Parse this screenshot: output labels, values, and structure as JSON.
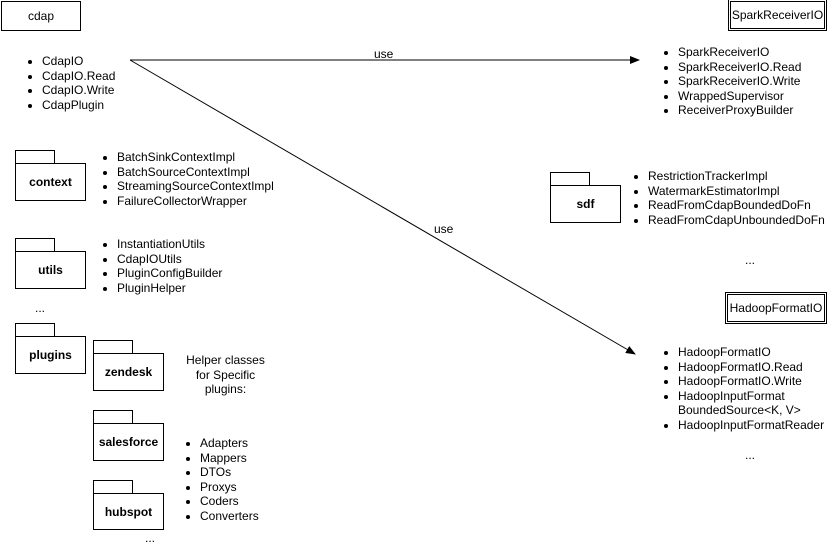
{
  "cdap": {
    "title": "cdap",
    "items": [
      "CdapIO",
      "CdapIO.Read",
      "CdapIO.Write",
      "CdapPlugin"
    ]
  },
  "spark": {
    "title": "SparkReceiverIO",
    "items": [
      "SparkReceiverIO",
      "SparkReceiverIO.Read",
      "SparkReceiverIO.Write",
      "WrappedSupervisor",
      "ReceiverProxyBuilder"
    ]
  },
  "hadoop": {
    "title": "HadoopFormatIO",
    "items": [
      "HadoopFormatIO",
      "HadoopFormatIO.Read",
      "HadoopFormatIO.Write",
      "HadoopInputFormat BoundedSource<K, V>",
      "HadoopInputFormatReader"
    ],
    "ellipsis": "..."
  },
  "packages": {
    "context": {
      "label": "context",
      "items": [
        "BatchSinkContextImpl",
        "BatchSourceContextImpl",
        "StreamingSourceContextImpl",
        "FailureCollectorWrapper"
      ]
    },
    "utils": {
      "label": "utils",
      "items": [
        "InstantiationUtils",
        "CdapIOUtils",
        "PluginConfigBuilder",
        "PluginHelper"
      ]
    },
    "ellipsis": "...",
    "plugins": {
      "label": "plugins"
    },
    "zendesk": {
      "label": "zendesk"
    },
    "salesforce": {
      "label": "salesforce"
    },
    "hubspot": {
      "label": "hubspot"
    },
    "helper_note": "Helper classes for Specific plugins:",
    "plugin_items": [
      "Adapters",
      "Mappers",
      "DTOs",
      "Proxys",
      "Coders",
      "Converters"
    ],
    "plugins_ellipsis": "...",
    "sdf": {
      "label": "sdf",
      "items": [
        "RestrictionTrackerImpl",
        "WatermarkEstimatorImpl",
        "ReadFromCdapBoundedDoFn",
        "ReadFromCdapUnboundedDoFn"
      ],
      "ellipsis": "..."
    }
  },
  "edges": {
    "use_spark": "use",
    "use_hadoop": "use"
  }
}
